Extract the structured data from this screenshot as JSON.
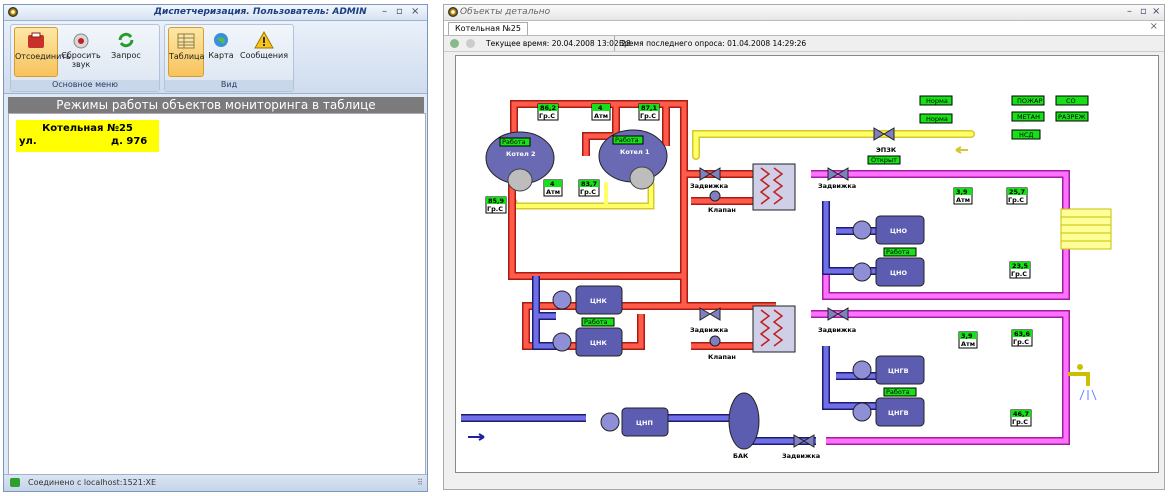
{
  "left_window": {
    "title": "Диспетчеризация. Пользователь: ADMIN",
    "controls": [
      "–",
      "▫",
      "×"
    ],
    "ribbon": {
      "main_group": {
        "label": "Основное меню",
        "buttons": [
          "Отсоединить",
          "Сбросить",
          "звук",
          "Запрос"
        ]
      },
      "view_group": {
        "label": "Вид",
        "buttons": [
          "Таблица",
          "Карта",
          "Сообщения"
        ]
      }
    },
    "header": "Режимы работы объектов мониторинга в таблице",
    "card": {
      "name": "Котельная №25",
      "street": "ул.",
      "house": "д. 976"
    },
    "status": "Соединено с localhost:1521:XE"
  },
  "right_window": {
    "title": "Объекты детально",
    "controls": [
      "–",
      "▫",
      "×"
    ],
    "close_tab": "×",
    "tab": "Котельная №25",
    "current_time": "Текущее время: 20.04.2008 13:02:28",
    "last_poll": "Время последнего опроса: 01.04.2008 14:29:26"
  },
  "scheme": {
    "boilers": [
      {
        "name": "Котел 2",
        "status": "Работа"
      },
      {
        "name": "Котел 1",
        "status": "Работа"
      }
    ],
    "readings": {
      "r1": {
        "value": "86,2",
        "unit": "Гр.С"
      },
      "r2": {
        "value": "4",
        "unit": "Атм"
      },
      "r3": {
        "value": "87,1",
        "unit": "Гр.С"
      },
      "r4": {
        "value": "85,9",
        "unit": "Гр.С"
      },
      "r5": {
        "value": "4",
        "unit": "Атм"
      },
      "r6": {
        "value": "83,7",
        "unit": "Гр.С"
      },
      "r7": {
        "value": "3,9",
        "unit": "Атм"
      },
      "r8": {
        "value": "25,7",
        "unit": "Гр.С"
      },
      "r9": {
        "value": "23,5",
        "unit": "Гр.С"
      },
      "r10": {
        "value": "3,9",
        "unit": "Атм"
      },
      "r11": {
        "value": "63,6",
        "unit": "Гр.С"
      },
      "r12": {
        "value": "46,7",
        "unit": "Гр.С"
      }
    },
    "alarms": {
      "norm1": "Норма",
      "norm2": "Норма",
      "fire": "ПОЖАР",
      "co": "СО",
      "methane": "МЕТАН",
      "vacuum": "РАЗРЕЖ",
      "nsd": "НСД"
    },
    "epzk": {
      "label": "ЭПЗК",
      "status": "Открыт"
    },
    "valves": {
      "v1": "Задвижка",
      "v2": "Задвижка",
      "v3": "Задвижка",
      "v4": "Задвижка",
      "v5": "Задвижка"
    },
    "control_valves": {
      "k1": "Клапан",
      "k2": "Клапан"
    },
    "pumps": {
      "tsk1": "ЦНК",
      "tsk2": "ЦНК",
      "tsk_status": "Работа",
      "tso1": "ЦНО",
      "tso2": "ЦНО",
      "tso_status": "Работа",
      "tsgv1": "ЦНГВ",
      "tsgv2": "ЦНГВ",
      "tsgv_status": "Работа",
      "tsp": "ЦНП"
    },
    "tank": "БАК"
  },
  "colors": {
    "hot": "#e8261b",
    "gas": "#ffff66",
    "heating": "#e040e0",
    "cold": "#3a3ab8",
    "ok": "#18e018"
  }
}
